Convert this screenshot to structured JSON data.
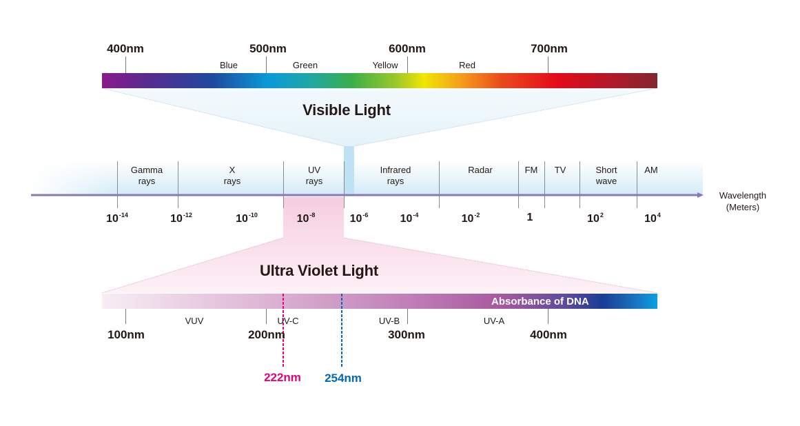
{
  "visible_section": {
    "title": "Visible Light",
    "wavelength_ticks": [
      {
        "label": "400nm",
        "value_nm": 400
      },
      {
        "label": "500nm",
        "value_nm": 500
      },
      {
        "label": "600nm",
        "value_nm": 600
      },
      {
        "label": "700nm",
        "value_nm": 700
      }
    ],
    "color_names": [
      "Blue",
      "Green",
      "Yellow",
      "Red"
    ],
    "gradient_colors": [
      "#8a1a8c",
      "#3a3a96",
      "#0a5aa6",
      "#1aa8e0",
      "#3bb04a",
      "#a8cc2a",
      "#f5e600",
      "#f29a1e",
      "#e8351e",
      "#e30a1a",
      "#c0152a",
      "#82262e"
    ]
  },
  "spectrum": {
    "bands": [
      {
        "name": "Gamma\nrays"
      },
      {
        "name": "X\nrays"
      },
      {
        "name": "UV\nrays"
      },
      {
        "name": "Infrared\nrays"
      },
      {
        "name": "Radar"
      },
      {
        "name": "FM"
      },
      {
        "name": "TV"
      },
      {
        "name": "Short\nwave"
      },
      {
        "name": "AM"
      }
    ],
    "scale_labels": [
      {
        "base": "10",
        "exp": "-14"
      },
      {
        "base": "10",
        "exp": "-12"
      },
      {
        "base": "10",
        "exp": "-10"
      },
      {
        "base": "10",
        "exp": "-8"
      },
      {
        "base": "10",
        "exp": "-6"
      },
      {
        "base": "10",
        "exp": "-4"
      },
      {
        "base": "10",
        "exp": "-2"
      },
      {
        "base": "1",
        "exp": ""
      },
      {
        "base": "10",
        "exp": "2"
      },
      {
        "base": "10",
        "exp": "4"
      }
    ],
    "axis_title": "Wavelength\n(Meters)",
    "axis_color": "#8878b8"
  },
  "uv_section": {
    "title": "Ultra Violet Light",
    "wavelength_ticks": [
      {
        "label": "100nm",
        "value_nm": 100
      },
      {
        "label": "200nm",
        "value_nm": 200
      },
      {
        "label": "300nm",
        "value_nm": 300
      },
      {
        "label": "400nm",
        "value_nm": 400
      }
    ],
    "sub_bands": [
      "VUV",
      "UV-C",
      "UV-B",
      "UV-A"
    ],
    "dna_label": "Absorbance of DNA",
    "markers": [
      {
        "label": "222nm",
        "value_nm": 222,
        "color": "#e4007f"
      },
      {
        "label": "254nm",
        "value_nm": 254,
        "color": "#0068b7"
      }
    ]
  }
}
